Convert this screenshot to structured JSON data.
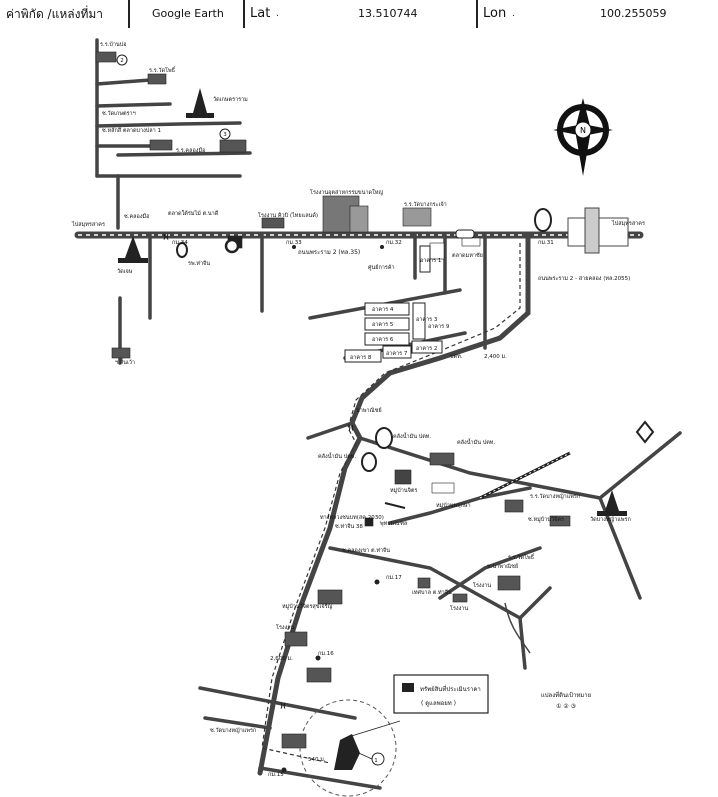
{
  "header": {
    "coord_label": "ค่าพิกัด /แหล่งที่มา",
    "source": "Google Earth",
    "lat_label": "Lat",
    "lat_value": "13.510744",
    "lon_label": "Lon",
    "lon_value": "100.255059"
  },
  "compass": {
    "letter": "N"
  },
  "places": {
    "to_samutsakhon_left": "ไปสมุทรสาคร",
    "to_samutsakhon_right": "ไปสมุทรสาคร",
    "wat_left": "วัดเจษ",
    "wat_bottom": "ฯ.สิ้นเว้า",
    "school1": "ร.ร.บ้านบ่อ",
    "school2": "ร.ร.วัดโพธิ์",
    "school3": "ซ.วัดเกษตราฯ",
    "school4": "ร.ร.คลองมือ",
    "wat_top": "วัดเกษตราราม",
    "tower_text": "ซ.หลักสี่ ตลาดบางปลา 1",
    "soi_left": "ซ.คลองมือ",
    "factory_top": "ตลาดใต้ร่มไม้ ต.นาดี",
    "factory2": "โรงงาน คิวบิ (ไทยแลนด์)",
    "market_big": "โรงงานอุตสาหกรรมขนาดใหญ่",
    "bridge_sign": "ร.ร.วัดบางกระเจ้า",
    "km_a": "กม.34",
    "km_b": "กม.33",
    "km_c": "กม.32",
    "km_d": "กม.31",
    "ekachai_road": "ถนนพระราม 2 (ทล.35)",
    "yamaha": "ตลาดมหาชัย",
    "hospital_left": "รพ.ท่าจีน",
    "hall": "ศูนย์การค้า",
    "junction_label": "ถนนพระราม 2 - สายคลอง (ทล.2055)",
    "bldg_a": "อาคาร 4",
    "bldg_b": "อาคาร 5",
    "bldg_c": "อาคาร 6",
    "bldg_d": "อาคาร 3",
    "bldg_e": "อาคาร 8",
    "bldg_f": "อาคาร 7",
    "bldg_g": "อาคาร 2",
    "bldg_side": "อาคาร 1",
    "bldg_side2": "อาคาร 9",
    "dist1": "2,400 ม.",
    "canal_sign": "ปตท.",
    "warehouse": "นาพาณิชย์",
    "market_label": "ซ.หมู่บ้านวิจิตร",
    "canal1": "คลังน้ำมัน ปตท.",
    "canal2": "คลังน้ำมัน ปตท.",
    "canal3": "คลังน้ำมัน ปตท.",
    "village_entry": "หมู่บ้านจิตร",
    "school_right": "ร.ร.วัดบางหญ้าแพรก",
    "village_right": "หมู่บ้านพฤกษา",
    "wat_right": "วัดบางหญ้าแพรก",
    "road_rd": "ซ.นาพาณิชย์",
    "mid_road": "ทางหลวงชนบท(สค.2030)",
    "mid_road2": "ซ.ท่าจีน 38",
    "village_mid": "พุทธมณฑล",
    "soi_mid": "ซ.คลองเขา ต.ท่าจีน",
    "factory_mid": "โรงงาน",
    "factory_mid2": "เทศบาล ต.ท่าจีน",
    "km_e": "กม.17",
    "village_left2": "หมู่บ้านวิจิตรสุขเจริญ",
    "factory_left": "โรงงาน",
    "dist2": "2,600 ม.",
    "km_f": "กม.16",
    "soi_bottom": "ซ.วัดบางหญ้าแพรก",
    "km_g": "กม.15",
    "dist3": "540 ม.",
    "factory_right": "ร.ร.วัดโพธิ์",
    "roong_1": "โรงงาน",
    "legend_title": "ทรัพย์สินที่ประเมินราคา",
    "legend_sub": "( ดูแลพอยท )",
    "legend_sub_label": "แปลงที่ดินเป้าหมาย",
    "legend_nums": "① ② ③",
    "plot_number": "1",
    "marker_2": "2",
    "marker_3": "3"
  },
  "colors": {
    "ink": "#111111",
    "road": "#444444",
    "plot": "#222222",
    "paper": "#ffffff"
  }
}
